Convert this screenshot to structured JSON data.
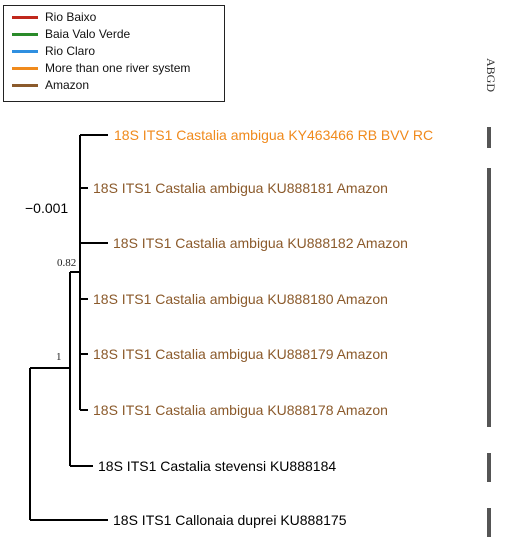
{
  "legend": {
    "items": [
      {
        "label": "Rio Baixo",
        "color": "#c0281c"
      },
      {
        "label": "Baia Valo Verde",
        "color": "#2a8b2a"
      },
      {
        "label": "Rio Claro",
        "color": "#2f8fe0"
      },
      {
        "label": "More than one river system",
        "color": "#f08a1c"
      },
      {
        "label": "Amazon",
        "color": "#8b5a2b"
      }
    ]
  },
  "abgd_label": "ABGD",
  "scale_label": "−0.001",
  "tips": [
    {
      "label": "18S ITS1 Castalia ambigua KY463466 RB BVV RC",
      "color": "#f08a1c"
    },
    {
      "label": "18S ITS1 Castalia ambigua KU888181 Amazon",
      "color": "#8b5a2b"
    },
    {
      "label": "18S ITS1 Castalia ambigua KU888182 Amazon",
      "color": "#8b5a2b"
    },
    {
      "label": "18S ITS1 Castalia ambigua KU888180 Amazon",
      "color": "#8b5a2b"
    },
    {
      "label": "18S ITS1 Castalia ambigua KU888179 Amazon",
      "color": "#8b5a2b"
    },
    {
      "label": "18S ITS1 Castalia ambigua KU888178 Amazon",
      "color": "#8b5a2b"
    },
    {
      "label": "18S ITS1 Castalia stevensi KU888184",
      "color": "#000000"
    },
    {
      "label": "18S ITS1 Callonaia duprei KU888175",
      "color": "#000000"
    }
  ],
  "supports": {
    "ambigua_clade": "0.82",
    "castalia_clade": "1"
  },
  "abgd_bar_color": "#555555"
}
